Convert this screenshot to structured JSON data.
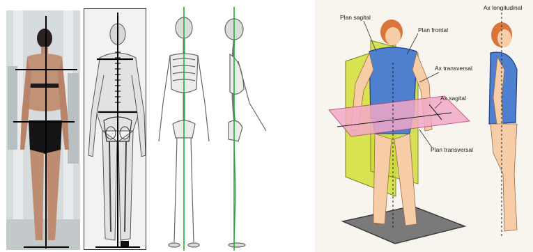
{
  "figure": {
    "labels": {
      "plan_sagital": "Plan sagital",
      "plan_frontal": "Plan frontal",
      "ax_transversal": "Ax transversal",
      "ax_sagital": "Ax sagital",
      "plan_transversal": "Plan transversal",
      "ax_longitudinal": "Ax longitudinal"
    },
    "colors": {
      "axis_line": "#000000",
      "spine_line": "#1fae3a",
      "sagittal_plane": "#d8e34a",
      "transverse_plane": "#f3a9c8",
      "body_suit": "#4f7fcf",
      "hair": "#d9753a",
      "skin": "#f7cda8"
    }
  }
}
